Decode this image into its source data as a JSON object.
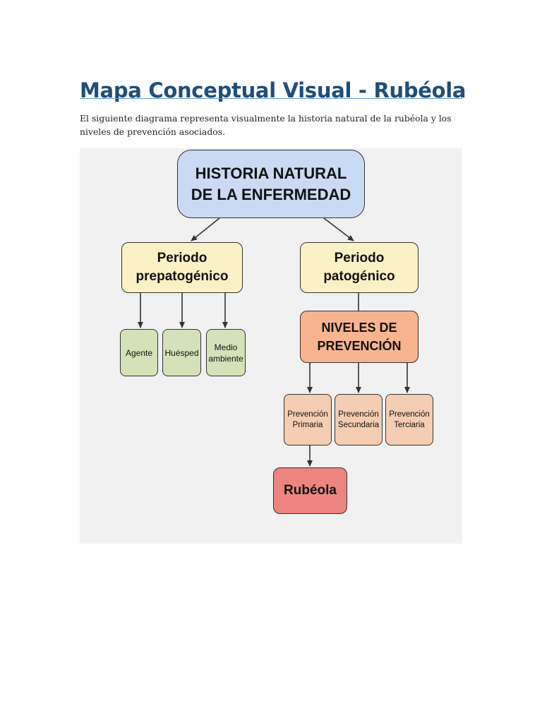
{
  "page": {
    "title": "Mapa Conceptual Visual - Rubéola",
    "intro": "El siguiente diagrama representa visualmente la historia natural de la rubéola y los niveles de prevención asociados."
  },
  "diagram": {
    "root": {
      "line1": "HISTORIA NATURAL",
      "line2": "DE LA ENFERMEDAD"
    },
    "prepatogenico": {
      "line1": "Periodo",
      "line2": "prepatogénico",
      "children": [
        {
          "line1": "Agente"
        },
        {
          "line1": "Huésped"
        },
        {
          "line1": "Medio",
          "line2": "ambiente"
        }
      ]
    },
    "patogenico": {
      "line1": "Periodo",
      "line2": "patogénico"
    },
    "niveles": {
      "line1": "NIVELES DE",
      "line2": "PREVENCIÓN",
      "children": [
        {
          "line1": "Prevención",
          "line2": "Primaria"
        },
        {
          "line1": "Prevención",
          "line2": "Secundaria"
        },
        {
          "line1": "Prevención",
          "line2": "Terciaria"
        }
      ]
    },
    "rubeola": {
      "label": "Rubéola"
    },
    "colors": {
      "root": "#c9daf2",
      "periodo": "#fbf1c6",
      "niveles": "#f7b48e",
      "factores": "#d5e1b8",
      "prevencion": "#f5cdb2",
      "rubeola": "#ec8580",
      "title": "#1f4e79"
    }
  }
}
